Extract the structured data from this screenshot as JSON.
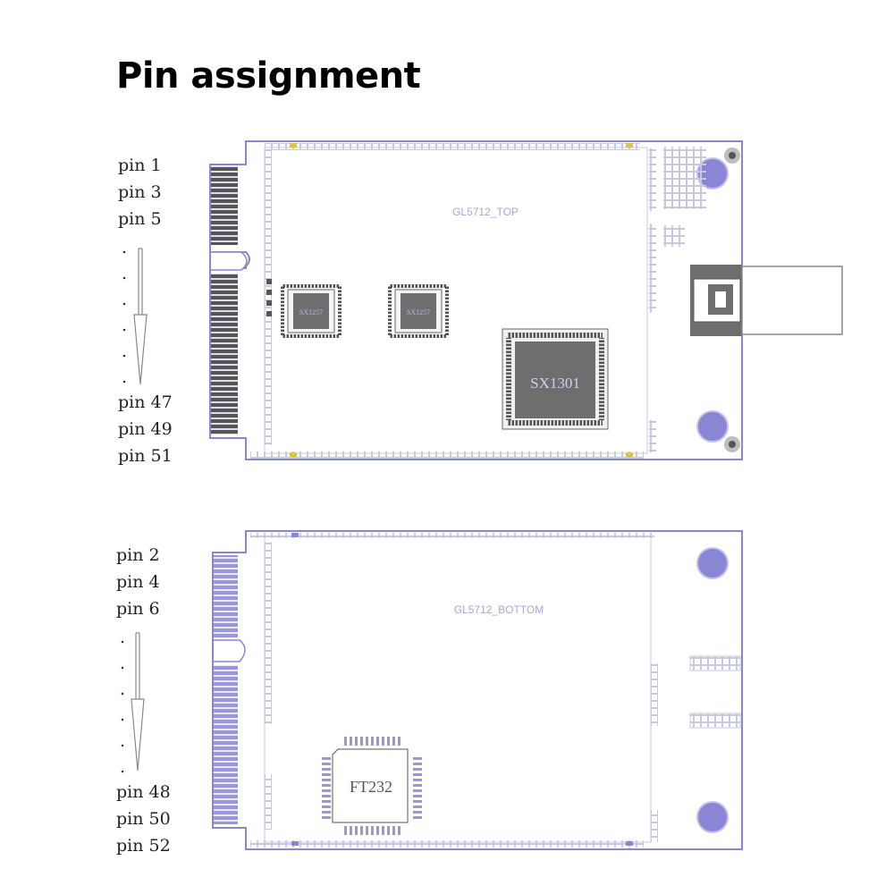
{
  "title": "Pin assignment",
  "top_board": {
    "label": "GL5712_TOP",
    "pins_top": [
      "pin 1",
      "pin 3",
      "pin 5"
    ],
    "pins_bottom": [
      "pin 47",
      "pin 49",
      "pin 51"
    ],
    "chips": [
      "SX1257",
      "SX1257",
      "SX1301"
    ]
  },
  "bottom_board": {
    "label": "GL5712_BOTTOM",
    "pins_top": [
      "pin 2",
      "pin 4",
      "pin 6"
    ],
    "pins_bottom": [
      "pin 48",
      "pin 50",
      "pin 52"
    ],
    "chips": [
      "FT232"
    ]
  },
  "colors": {
    "outline": "#8888cc",
    "chip": "#6e6e6e",
    "pad": "#8a86d6",
    "gold": "#d8c34a"
  }
}
